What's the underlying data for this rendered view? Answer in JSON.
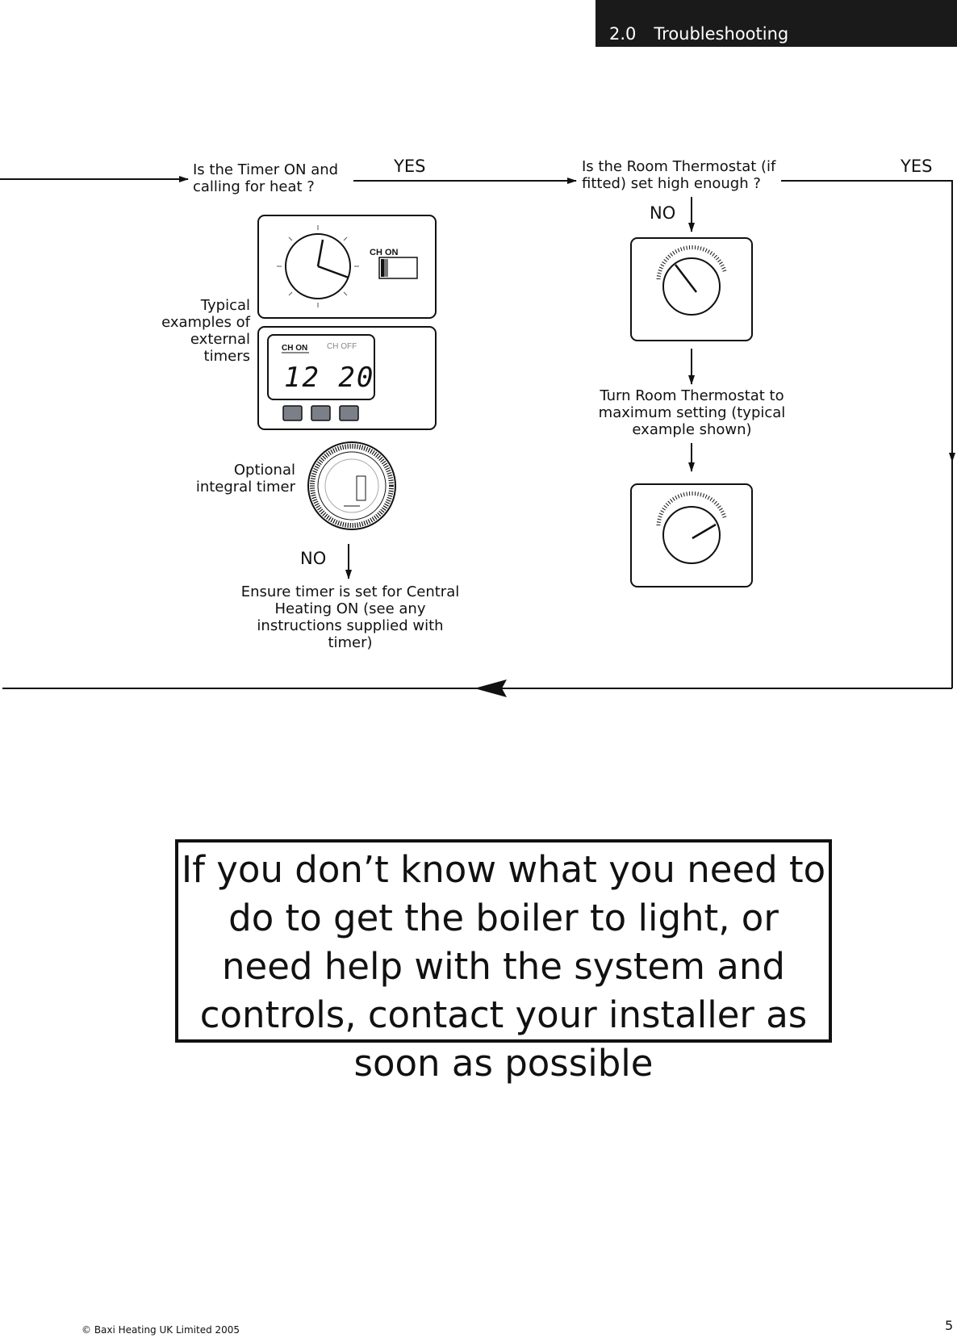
{
  "header": {
    "number": "2.0",
    "title": "Troubleshooting"
  },
  "flow": {
    "timer_question": "Is the Timer ON and calling for heat ?",
    "yes_1": "YES",
    "thermostat_question": "Is the Room Thermostat (if fitted) set high enough ?",
    "yes_2": "YES",
    "no_thermostat": "NO",
    "typical_timers_label": "Typical examples of external timers",
    "optional_timer_label": "Optional integral timer",
    "no_timer": "NO",
    "ensure_timer_text": "Ensure timer is set for Central Heating ON (see any instructions supplied with timer)",
    "turn_thermostat_text": "Turn Room Thermostat to maximum setting (typical example shown)"
  },
  "timer1": {
    "switch_label": "CH ON"
  },
  "timer2": {
    "ch_on_label": "CH ON",
    "ch_off_label": "CH OFF",
    "display": "12 20"
  },
  "notice": "If you don’t know what you need to do to get the boiler to light, or need help with the system and controls, contact your installer as soon as possible",
  "footer": {
    "copyright": "© Baxi Heating UK Limited 2005",
    "page_number": "5"
  }
}
